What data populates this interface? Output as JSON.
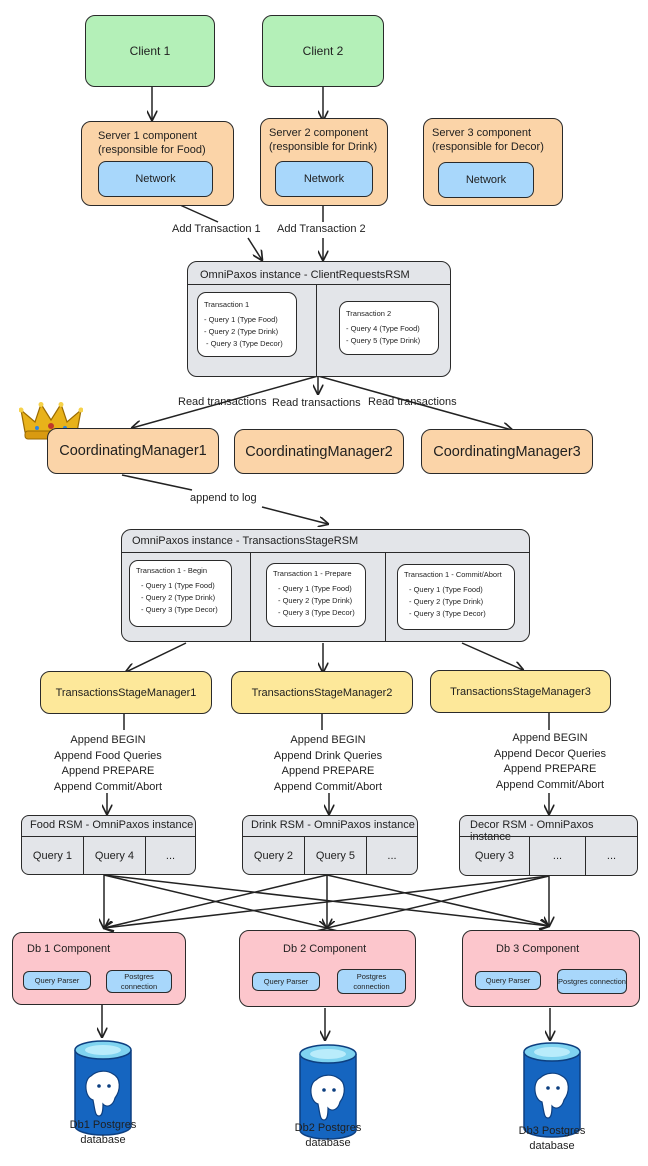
{
  "clients": [
    "Client 1",
    "Client 2"
  ],
  "servers": [
    {
      "title": "Server 1 component",
      "sub": "(responsible for Food)",
      "network": "Network"
    },
    {
      "title": "Server 2 component",
      "sub": "(responsible for Drink)",
      "network": "Network"
    },
    {
      "title": "Server 3 component",
      "sub": "(responsible for Decor)",
      "network": "Network"
    }
  ],
  "edge_labels": {
    "add_tx_1": "Add Transaction 1",
    "add_tx_2": "Add Transaction 2",
    "read_tx": "Read transactions",
    "append_log": "append to log"
  },
  "client_rsm": {
    "title": "OmniPaxos instance - ClientRequestsRSM",
    "tx1": {
      "title": "Transaction 1",
      "queries": [
        "- Query 1 (Type Food)",
        "- Query 2 (Type Drink)",
        "- Query 3 (Type Decor)"
      ]
    },
    "tx2": {
      "title": "Transaction 2",
      "queries": [
        "- Query 4 (Type Food)",
        "- Query 5 (Type Drink)"
      ]
    }
  },
  "coordinators": [
    "CoordinatingManager1",
    "CoordinatingManager2",
    "CoordinatingManager3"
  ],
  "tx_rsm": {
    "title": "OmniPaxos instance - TransactionsStageRSM",
    "stages": [
      {
        "title": "Transaction 1 - Begin",
        "queries": [
          "- Query 1 (Type Food)",
          "- Query 2 (Type Drink)",
          "- Query 3 (Type Decor)"
        ]
      },
      {
        "title": "Transaction 1 - Prepare",
        "queries": [
          "- Query 1 (Type Food)",
          "- Query 2 (Type Drink)",
          "- Query 3 (Type Decor)"
        ]
      },
      {
        "title": "Transaction 1 - Commit/Abort",
        "queries": [
          "- Query 1 (Type Food)",
          "- Query 2 (Type Drink)",
          "- Query 3 (Type Decor)"
        ]
      }
    ]
  },
  "stage_managers": [
    {
      "name": "TransactionsStageManager1",
      "steps": [
        "Append BEGIN",
        "Append Food Queries",
        "Append PREPARE",
        "Append Commit/Abort"
      ]
    },
    {
      "name": "TransactionsStageManager2",
      "steps": [
        "Append BEGIN",
        "Append Drink Queries",
        "Append PREPARE",
        "Append Commit/Abort"
      ]
    },
    {
      "name": "TransactionsStageManager3",
      "steps": [
        "Append BEGIN",
        "Append Decor Queries",
        "Append PREPARE",
        "Append Commit/Abort"
      ]
    }
  ],
  "rsms": [
    {
      "title": "Food RSM - OmniPaxos instance",
      "cells": [
        "Query 1",
        "Query 4",
        "..."
      ]
    },
    {
      "title": "Drink RSM - OmniPaxos instance",
      "cells": [
        "Query 2",
        "Query 5",
        "..."
      ]
    },
    {
      "title": "Decor RSM - OmniPaxos instance",
      "cells": [
        "Query 3",
        "...",
        "..."
      ]
    }
  ],
  "dbs": [
    {
      "title": "Db 1 Component",
      "parser": "Query Parser",
      "conn": "Postgres connection",
      "db_line1": "Db1 Postgres",
      "db_line2": "database"
    },
    {
      "title": "Db 2 Component",
      "parser": "Query Parser",
      "conn": "Postgres connection",
      "db_line1": "Db2 Postgres",
      "db_line2": "database"
    },
    {
      "title": "Db 3 Component",
      "parser": "Query Parser",
      "conn": "Postgres connection",
      "db_line1": "Db3 Postgres",
      "db_line2": "database"
    }
  ],
  "icons": {
    "leader": "crown-icon",
    "database": "postgres-database-icon"
  },
  "colors": {
    "client": "#b4f0b8",
    "server": "#fbd4a8",
    "network": "#a8d7fb",
    "rsm": "#e3e5e9",
    "manager": "#fde89a",
    "db": "#fcc6cc",
    "cylinder": "#1565c0"
  }
}
